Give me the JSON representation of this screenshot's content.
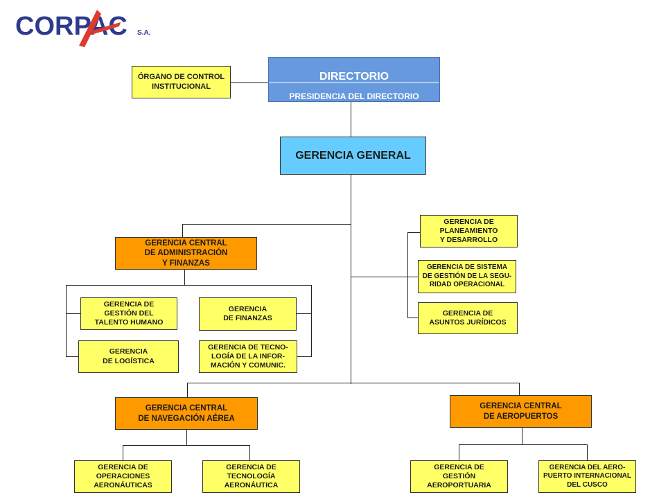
{
  "logo": {
    "brand": "CORPAC",
    "suffix": "S.A.",
    "brand_color": "#2e3a8c",
    "accent_color": "#e03a2f"
  },
  "top": {
    "directorio": "DIRECTORIO",
    "presidencia": "PRESIDENCIA DEL DIRECTORIO",
    "control": "ÓRGANO DE CONTROL\nINSTITUCIONAL"
  },
  "gerencia_general": "GERENCIA GENERAL",
  "admin": {
    "central": "GERENCIA CENTRAL\nDE  ADMINISTRACIÓN\nY FINANZAS",
    "talento": "GERENCIA DE\nGESTIÓN DEL\nTALENTO HUMANO",
    "finanzas": "GERENCIA\nDE FINANZAS",
    "logistica": "GERENCIA\nDE LOGÍSTICA",
    "tecnologia": "GERENCIA DE TECNO-\nLOGÍA DE LA INFOR-\nMACIÓN Y COMUNIC."
  },
  "staff": {
    "planeamiento": "GERENCIA DE\nPLANEAMIENTO\nY DESARROLLO",
    "seguridad": "GERENCIA DE SISTEMA\nDE GESTIÓN DE LA SEGU-\nRIDAD OPERACIONAL",
    "juridicos": "GERENCIA DE\nASUNTOS JURÍDICOS"
  },
  "navegacion": {
    "central": "GERENCIA CENTRAL\nDE  NAVEGACIÓN AÉREA",
    "operaciones": "GERENCIA DE\nOPERACIONES\nAERONÁUTICAS",
    "tecnologia": "GERENCIA DE\nTECNOLOGÍA\nAERONÁUTICA"
  },
  "aeropuertos": {
    "central": "GERENCIA CENTRAL\nDE  AEROPUERTOS",
    "gestion": "GERENCIA DE\nGESTIÓN\nAEROPORTUARIA",
    "cusco": "GERENCIA DEL AERO-\nPUERTO INTERNACIONAL\nDEL CUSCO"
  }
}
